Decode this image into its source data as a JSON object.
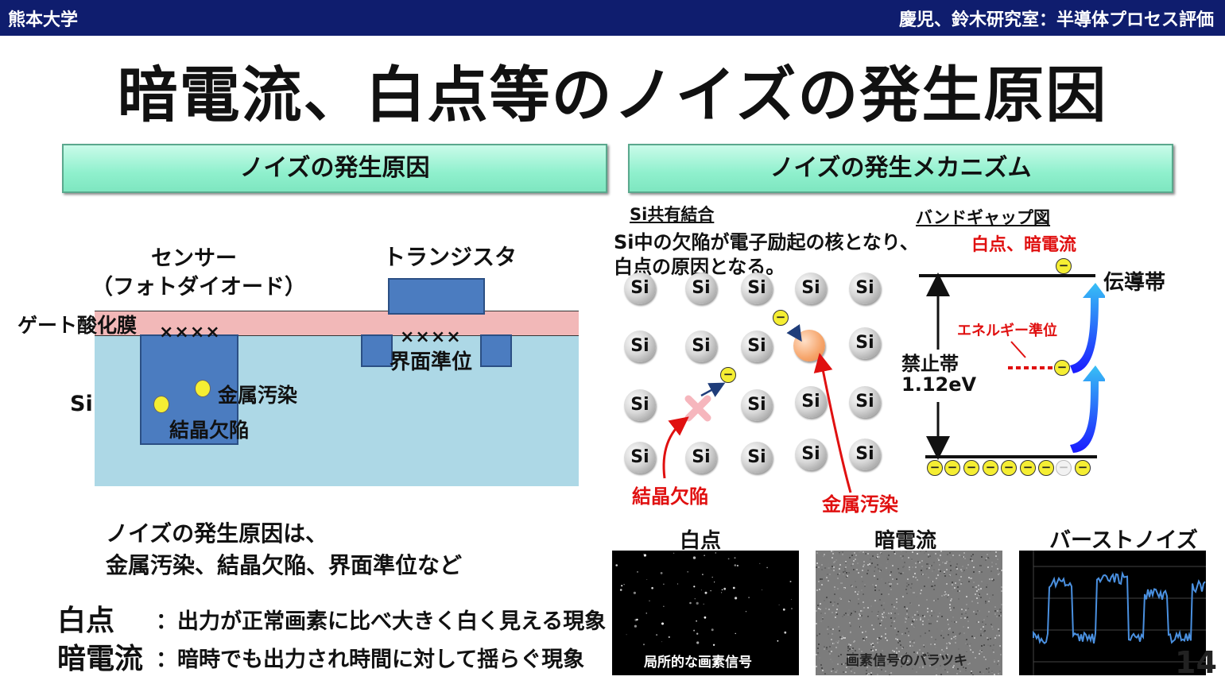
{
  "header": {
    "university": "熊本大学",
    "lab": "慶児、鈴木研究室：半導体プロセス評価"
  },
  "title": "暗電流、白点等のノイズの発生原因",
  "left_panel": {
    "heading": "ノイズの発生原因",
    "sensor_label": "センサー",
    "photodiode_label": "（フォトダイオード）",
    "transistor_label": "トランジスタ",
    "gate_oxide_label": "ゲート酸化膜",
    "si_label": "Si",
    "defect_marks_sensor": "××××",
    "defect_marks_transistor": "××××",
    "interface_state_label": "界面準位",
    "metal_contamination_label": "金属汚染",
    "crystal_defect_label": "結晶欠陥",
    "summary_line1": "ノイズの発生原因は、",
    "summary_line2": "金属汚染、結晶欠陥、界面準位など",
    "white_point_term": "白点",
    "white_point_desc": "：出力が正常画素に比べ大きく白く見える現象",
    "dark_current_term": "暗電流",
    "dark_current_desc": "：暗時でも出力され時間に対して揺らぐ現象"
  },
  "right_panel": {
    "heading": "ノイズの発生メカニズム",
    "covalent_title": "Si共有結合",
    "covalent_desc_line1": "Si中の欠陥が電子励起の核となり、",
    "covalent_desc_line2": "白点の原因となる。",
    "si_atom": "Si",
    "electron_symbol": "−",
    "crystal_defect_label": "結晶欠陥",
    "metal_contamination_label": "金属汚染",
    "bandgap_title": "バンドギャップ図",
    "white_dark_label": "白点、暗電流",
    "conduction_band_label": "伝導帯",
    "energy_level_label": "エネルギー準位",
    "forbidden_band_label": "禁止帯",
    "bandgap_value": "1.12eV",
    "photo_white_point_title": "白点",
    "photo_dark_current_title": "暗電流",
    "photo_burst_title": "バーストノイズ",
    "photo_white_point_caption": "局所的な画素信号",
    "photo_dark_current_caption": "画素信号のバラツキ"
  },
  "slide_number": "14",
  "colors": {
    "top_bar": "#0f1d6e",
    "heading_band": "#8ff0cd",
    "substrate": "#add8e6",
    "gate_oxide": "#f2b8b8",
    "device_blue": "#4b7cc0",
    "accent_red": "#e01010",
    "electron_yellow": "#f5ee33"
  }
}
